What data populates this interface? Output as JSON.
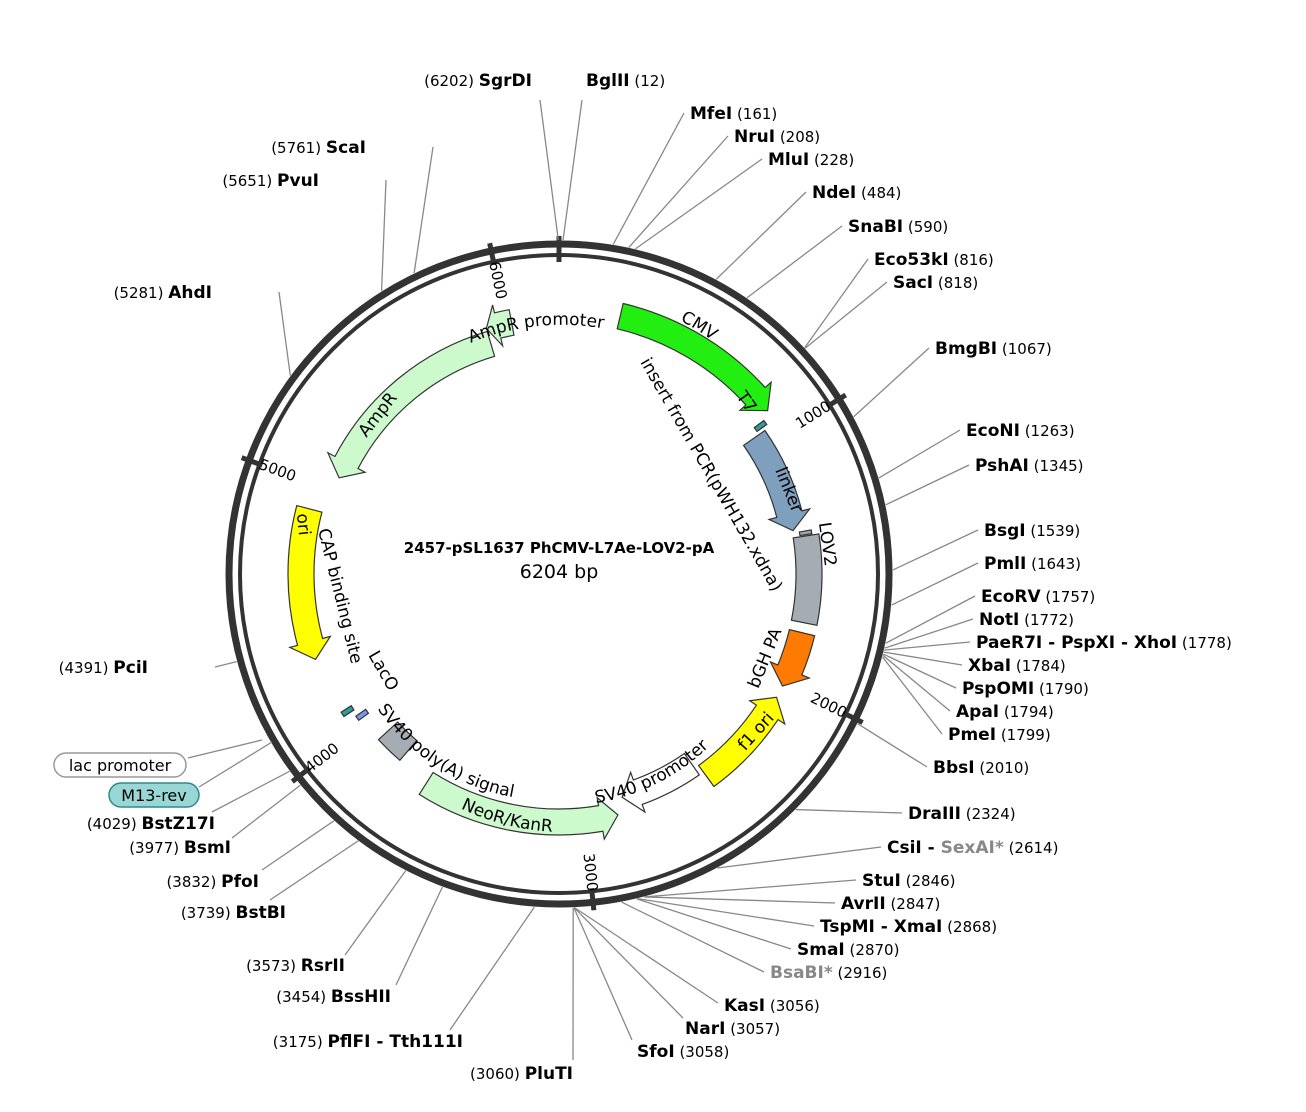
{
  "plasmid": {
    "name": "2457-pSL1637 PhCMV-L7Ae-LOV2-pA",
    "size_label": "6204 bp",
    "length": 6204
  },
  "ticks": [
    {
      "pos": 1000,
      "label": "1000"
    },
    {
      "pos": 2000,
      "label": "2000"
    },
    {
      "pos": 3000,
      "label": "3000"
    },
    {
      "pos": 4000,
      "label": "4000"
    },
    {
      "pos": 5000,
      "label": "5000"
    },
    {
      "pos": 6000,
      "label": "6000"
    }
  ],
  "features": [
    {
      "name": "CMV",
      "start": 230,
      "end": 895,
      "strand": 1,
      "color": "#22ee11",
      "label_inside": true
    },
    {
      "name": "T7",
      "start": 916,
      "end": 935,
      "strand": 1,
      "color": "#2f9a9a",
      "small": true
    },
    {
      "name": "insert from PCR(pWH132.xdna)",
      "start": 950,
      "end": 1370,
      "strand": 1,
      "color": "#7f9fbf"
    },
    {
      "name": "linker",
      "start": 1380,
      "end": 1395,
      "strand": 1,
      "color": "#9aa4b0",
      "small": true
    },
    {
      "name": "LOV2",
      "start": 1400,
      "end": 1745,
      "strand": 0,
      "color": "#a6acb3",
      "label_inside": true
    },
    {
      "name": "bGH PA",
      "start": 1785,
      "end": 2010,
      "strand": 1,
      "color": "#ff7a00"
    },
    {
      "name": "f1 ori",
      "start": 2060,
      "end": 2480,
      "strand": -1,
      "color": "#ffff00",
      "label_inside": true
    },
    {
      "name": "SV40 promoter",
      "start": 2500,
      "end": 2830,
      "strand": 1,
      "color": "#ffffff"
    },
    {
      "name": "NeoR/KanR",
      "start": 2865,
      "end": 3660,
      "strand": -1,
      "color": "#ccfacc",
      "label_inside": true
    },
    {
      "name": "SV40 poly(A) signal",
      "start": 3800,
      "end": 3920,
      "strand": 0,
      "color": "#a6acb3"
    },
    {
      "name": "LacO",
      "start": 4030,
      "end": 4050,
      "strand": 0,
      "color": "#7799ee",
      "small": true
    },
    {
      "name": "CAP binding site",
      "start": 4075,
      "end": 4095,
      "strand": 0,
      "color": "#2f9a9a",
      "small": true
    },
    {
      "name": "ori",
      "start": 4320,
      "end": 4905,
      "strand": -1,
      "color": "#ffff00",
      "label_inside": true
    },
    {
      "name": "AmpR",
      "start": 5060,
      "end": 5920,
      "strand": -1,
      "color": "#ccfacc"
    },
    {
      "name": "AmpR promoter",
      "start": 5920,
      "end": 6020,
      "strand": -1,
      "color": "#ccfacc"
    }
  ],
  "outside_feature_labels": [
    {
      "name": "lac promoter",
      "border": "#999999",
      "fill": "#ffffff"
    },
    {
      "name": "M13-rev",
      "border": "#2f8a8a",
      "fill": "#99d6d6"
    }
  ],
  "sites": [
    {
      "name": "SgrDI",
      "pos": "(6202)",
      "bp": 6202,
      "side": "left"
    },
    {
      "name": "BglII",
      "pos": "(12)",
      "bp": 12,
      "side": "right"
    },
    {
      "name": "MfeI",
      "pos": "(161)",
      "bp": 161,
      "side": "right"
    },
    {
      "name": "NruI",
      "pos": "(208)",
      "bp": 208,
      "side": "right"
    },
    {
      "name": "MluI",
      "pos": "(228)",
      "bp": 228,
      "side": "right"
    },
    {
      "name": "NdeI",
      "pos": "(484)",
      "bp": 484,
      "side": "right"
    },
    {
      "name": "SnaBI",
      "pos": "(590)",
      "bp": 590,
      "side": "right"
    },
    {
      "name": "Eco53kI",
      "pos": "(816)",
      "bp": 816,
      "side": "right"
    },
    {
      "name": "SacI",
      "pos": "(818)",
      "bp": 818,
      "side": "right"
    },
    {
      "name": "BmgBI",
      "pos": "(1067)",
      "bp": 1067,
      "side": "right"
    },
    {
      "name": "EcoNI",
      "pos": "(1263)",
      "bp": 1263,
      "side": "right"
    },
    {
      "name": "PshAI",
      "pos": "(1345)",
      "bp": 1345,
      "side": "right"
    },
    {
      "name": "BsgI",
      "pos": "(1539)",
      "bp": 1539,
      "side": "right"
    },
    {
      "name": "PmlI",
      "pos": "(1643)",
      "bp": 1643,
      "side": "right"
    },
    {
      "name": "EcoRV",
      "pos": "(1757)",
      "bp": 1757,
      "side": "right"
    },
    {
      "name": "NotI",
      "pos": "(1772)",
      "bp": 1772,
      "side": "right"
    },
    {
      "name": "PaeR7I - PspXI - XhoI",
      "pos": "(1778)",
      "bp": 1778,
      "side": "right"
    },
    {
      "name": "XbaI",
      "pos": "(1784)",
      "bp": 1784,
      "side": "right"
    },
    {
      "name": "PspOMI",
      "pos": "(1790)",
      "bp": 1790,
      "side": "right"
    },
    {
      "name": "ApaI",
      "pos": "(1794)",
      "bp": 1794,
      "side": "right"
    },
    {
      "name": "PmeI",
      "pos": "(1799)",
      "bp": 1799,
      "side": "right"
    },
    {
      "name": "BbsI",
      "pos": "(2010)",
      "bp": 2010,
      "side": "right"
    },
    {
      "name": "DraIII",
      "pos": "(2324)",
      "bp": 2324,
      "side": "right"
    },
    {
      "name": "CsiI",
      "name2": "SexAI*",
      "pos": "(2614)",
      "bp": 2614,
      "side": "right"
    },
    {
      "name": "StuI",
      "pos": "(2846)",
      "bp": 2846,
      "side": "right"
    },
    {
      "name": "AvrII",
      "pos": "(2847)",
      "bp": 2847,
      "side": "right"
    },
    {
      "name": "TspMI - XmaI",
      "pos": "(2868)",
      "bp": 2868,
      "side": "right"
    },
    {
      "name": "SmaI",
      "pos": "(2870)",
      "bp": 2870,
      "side": "right"
    },
    {
      "name": "BsaBI*",
      "pos": "(2916)",
      "bp": 2916,
      "side": "right",
      "grey": true
    },
    {
      "name": "KasI",
      "pos": "(3056)",
      "bp": 3056,
      "side": "right"
    },
    {
      "name": "NarI",
      "pos": "(3057)",
      "bp": 3057,
      "side": "right"
    },
    {
      "name": "SfoI",
      "pos": "(3058)",
      "bp": 3058,
      "side": "right"
    },
    {
      "name": "PluTI",
      "pos": "(3060)",
      "bp": 3060,
      "side": "left"
    },
    {
      "name": "PflFI - Tth111I",
      "pos": "(3175)",
      "bp": 3175,
      "side": "left"
    },
    {
      "name": "BssHII",
      "pos": "(3454)",
      "bp": 3454,
      "side": "left"
    },
    {
      "name": "RsrII",
      "pos": "(3573)",
      "bp": 3573,
      "side": "left"
    },
    {
      "name": "BstBI",
      "pos": "(3739)",
      "bp": 3739,
      "side": "left"
    },
    {
      "name": "PfoI",
      "pos": "(3832)",
      "bp": 3832,
      "side": "left"
    },
    {
      "name": "BsmI",
      "pos": "(3977)",
      "bp": 3977,
      "side": "left"
    },
    {
      "name": "BstZ17I",
      "pos": "(4029)",
      "bp": 4029,
      "side": "left"
    },
    {
      "name": "PciI",
      "pos": "(4391)",
      "bp": 4391,
      "side": "left"
    },
    {
      "name": "AhdI",
      "pos": "(5281)",
      "bp": 5281,
      "side": "left"
    },
    {
      "name": "PvuI",
      "pos": "(5651)",
      "bp": 5651,
      "side": "left"
    },
    {
      "name": "ScaI",
      "pos": "(5761)",
      "bp": 5761,
      "side": "left"
    }
  ]
}
